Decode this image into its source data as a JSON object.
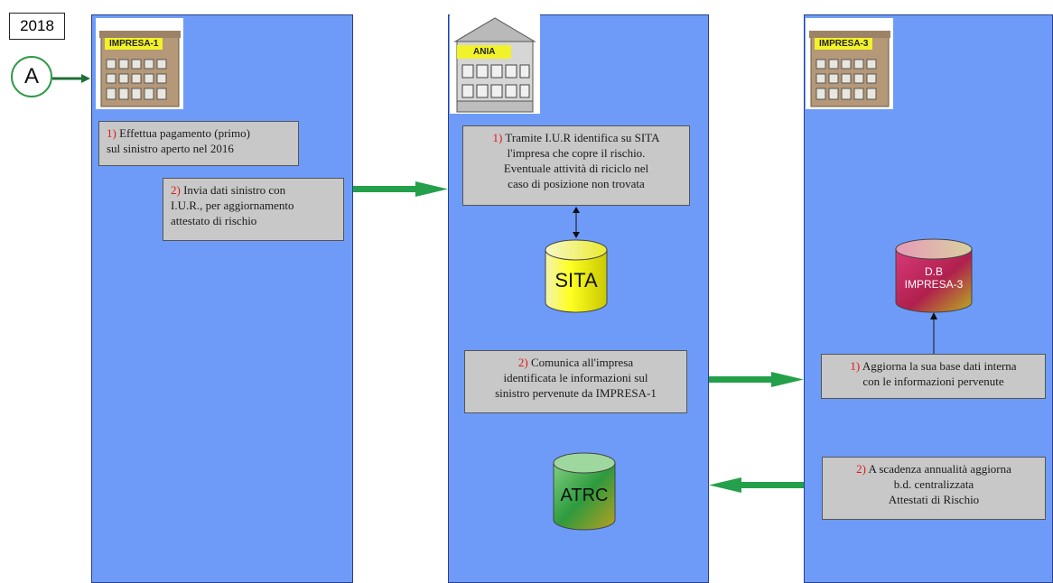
{
  "year": "2018",
  "start_marker": "A",
  "lanes": [
    {
      "building_label": "IMPRESA-1"
    },
    {
      "building_label": "ANIA"
    },
    {
      "building_label": "IMPRESA-3"
    }
  ],
  "impresa1": {
    "step1": {
      "num": "1)",
      "lines": [
        "Effettua pagamento (primo)",
        "sul sinistro aperto nel 2016"
      ]
    },
    "step2": {
      "num": "2)",
      "lines": [
        "Invia dati sinistro con",
        "I.U.R., per aggiornamento",
        "attestato di rischio"
      ]
    }
  },
  "ania": {
    "step1": {
      "num": "1)",
      "lines": [
        "Tramite I.U.R identifica su SITA",
        "l'impresa che copre il rischio.",
        "Eventuale attività di riciclo nel",
        "caso di posizione non trovata"
      ]
    },
    "step2": {
      "num": "2)",
      "lines": [
        "Comunica all'impresa",
        "identificata le informazioni sul",
        "sinistro pervenute da IMPRESA-1"
      ]
    },
    "db_sita": "SITA",
    "db_atrc": "ATRC"
  },
  "impresa3": {
    "db_line1": "D.B",
    "db_line2": "IMPRESA-3",
    "step1": {
      "num": "1)",
      "lines": [
        "Aggiorna la sua base dati interna",
        "con le informazioni pervenute"
      ]
    },
    "step2": {
      "num": "2)",
      "lines": [
        "A scadenza annualità aggiorna",
        "b.d. centralizzata",
        "Attestati di Rischio"
      ]
    }
  }
}
